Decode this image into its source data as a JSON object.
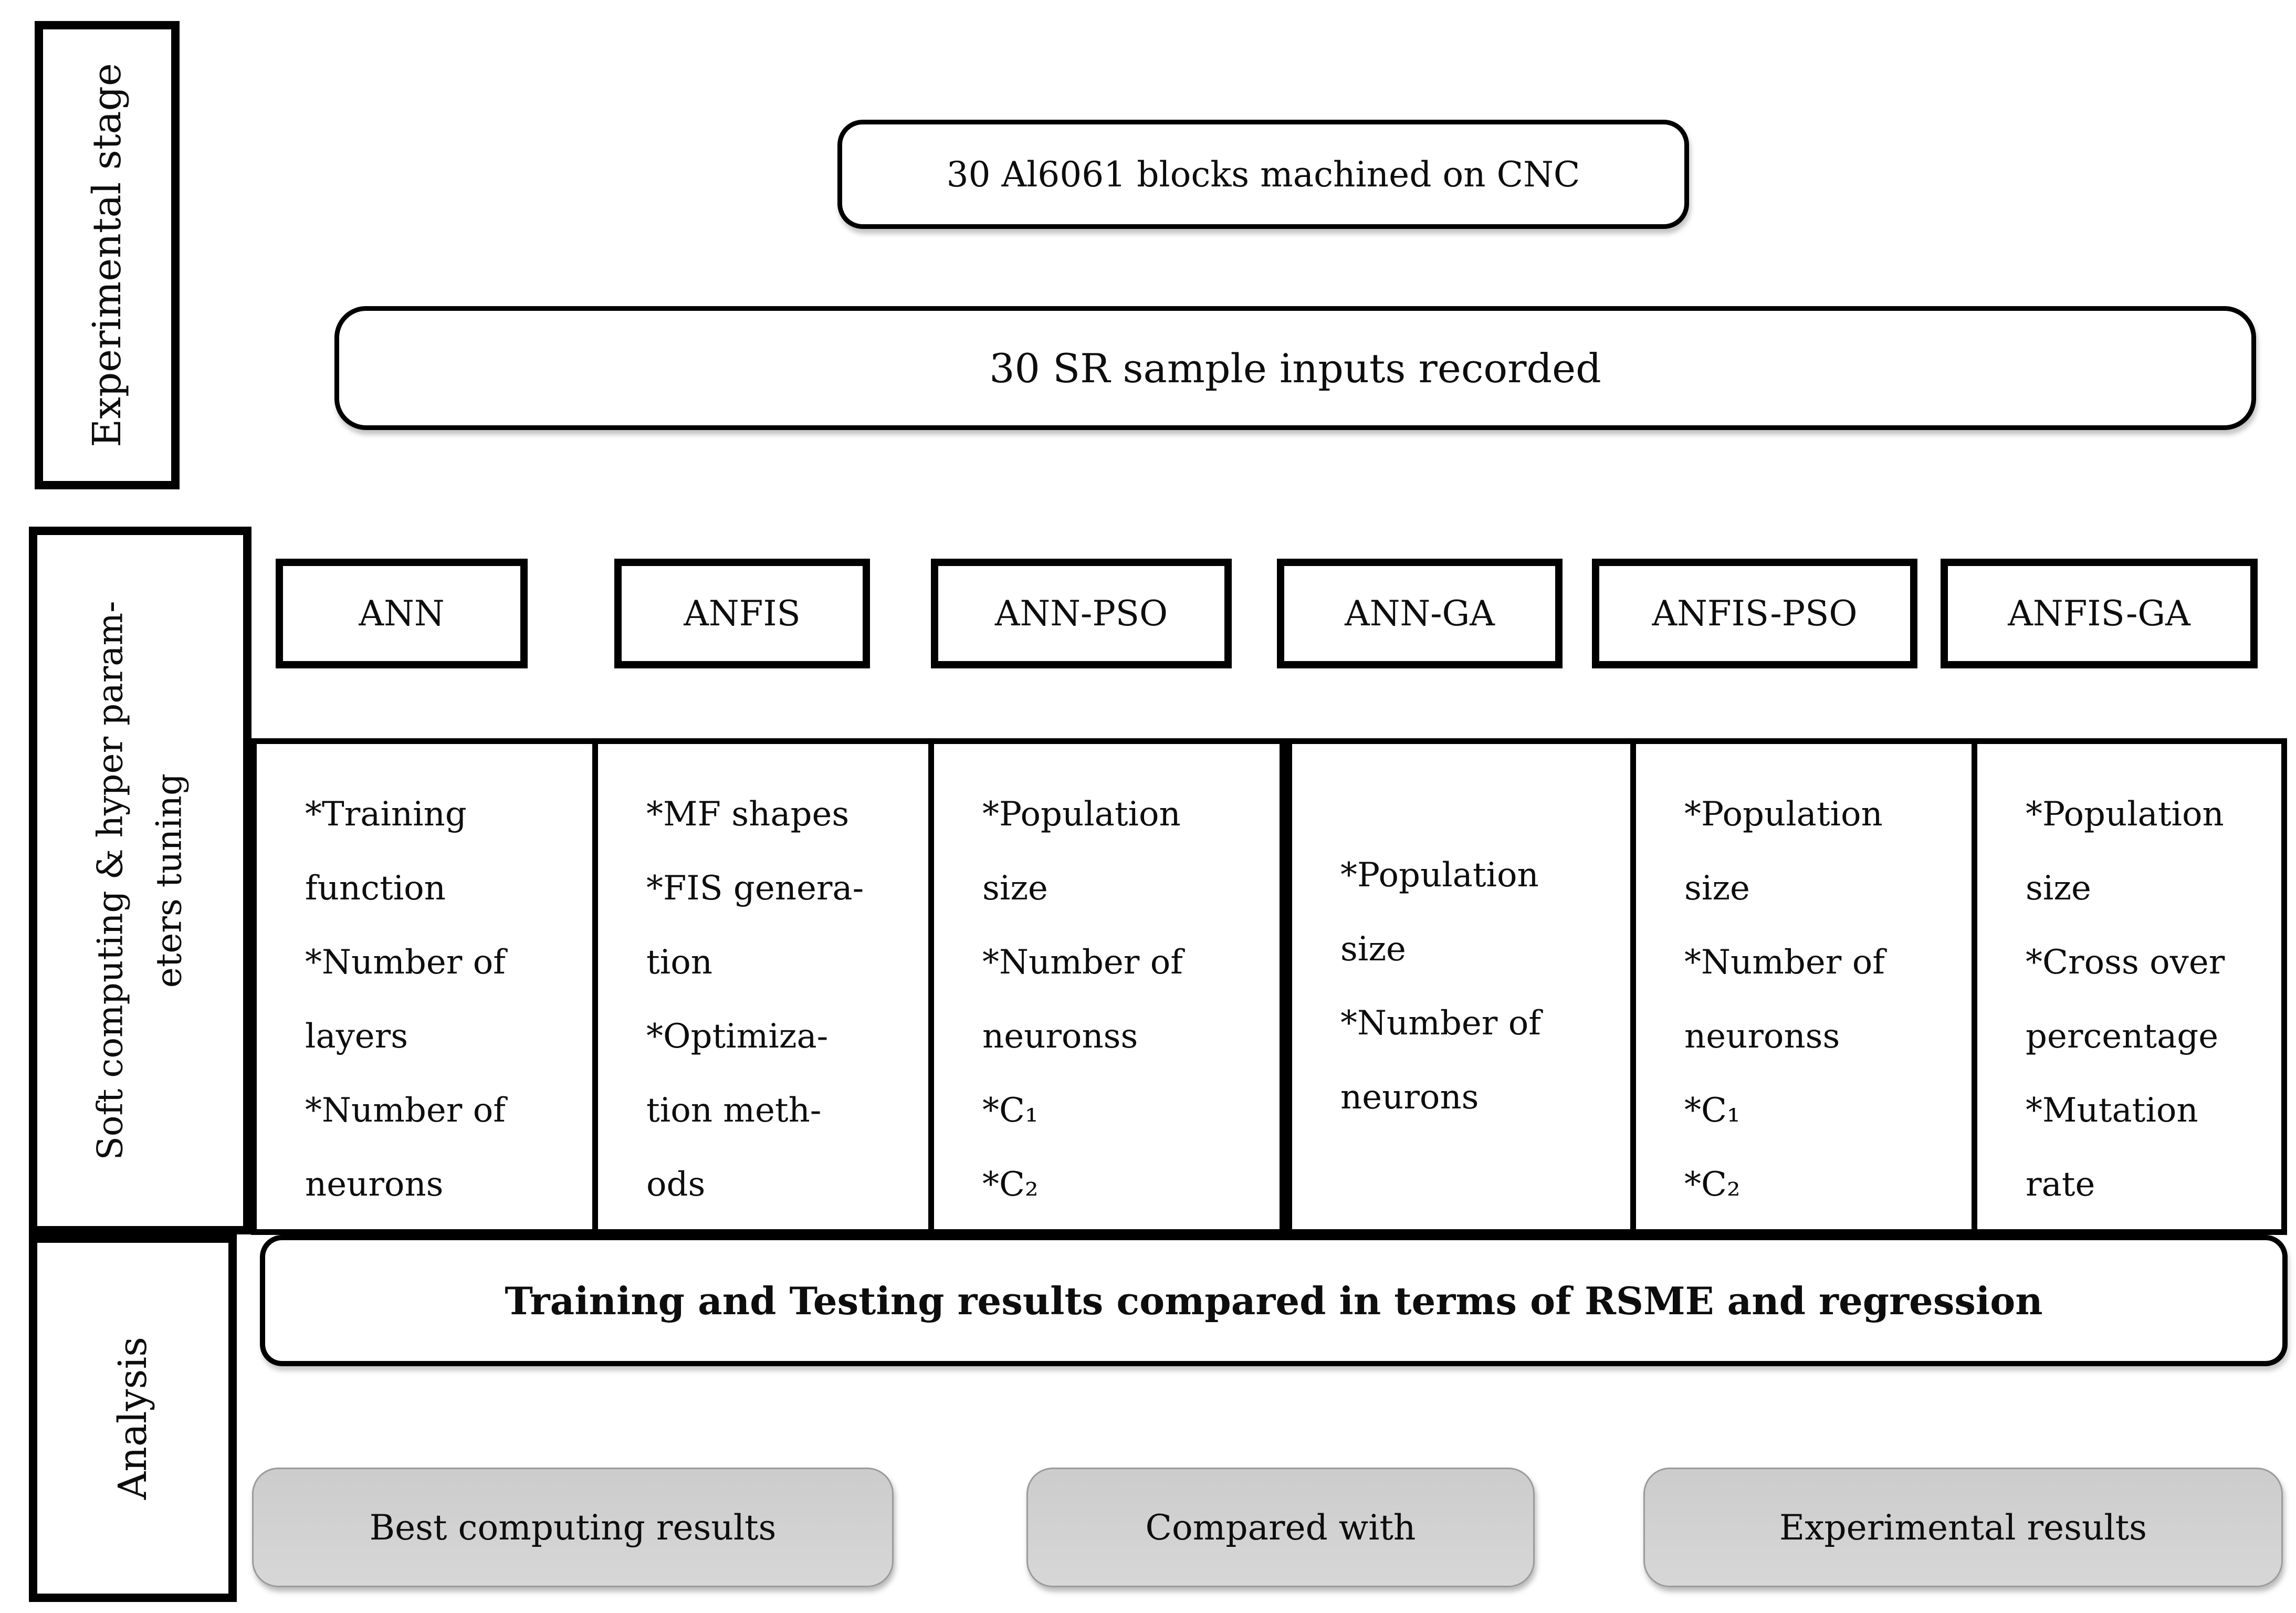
{
  "stages": {
    "experimental": {
      "label": "Experimental stage"
    },
    "soft_computing": {
      "label_line1": "Soft computing & hyper param-",
      "label_line2": "eters tuning"
    },
    "analysis": {
      "label": "Analysis"
    }
  },
  "experimental_flow": {
    "step1": "30 Al6061 blocks machined on CNC",
    "step2": "30 SR sample inputs recorded"
  },
  "methods": [
    {
      "name": "ANN",
      "params": [
        "*Training",
        "function",
        "*Number of",
        "layers",
        "*Number of",
        "neurons"
      ]
    },
    {
      "name": "ANFIS",
      "params": [
        "*MF shapes",
        "*FIS genera-",
        "tion",
        "*Optimiza-",
        "tion meth-",
        "ods"
      ]
    },
    {
      "name": "ANN-PSO",
      "params": [
        "*Population",
        "size",
        "*Number of",
        "neuronss",
        "*C₁",
        "*C₂"
      ]
    },
    {
      "name": "ANN-GA",
      "params": [
        "*Population",
        "size",
        "*Number of",
        "neurons"
      ]
    },
    {
      "name": "ANFIS-PSO",
      "params": [
        "*Population",
        "size",
        "*Number of",
        "neuronss",
        "*C₁",
        "*C₂"
      ]
    },
    {
      "name": "ANFIS-GA",
      "params": [
        "*Population",
        "size",
        "*Cross over",
        "percentage",
        "*Mutation",
        "rate"
      ]
    }
  ],
  "analysis_flow": {
    "compare_banner": "Training and Testing results compared in terms of RSME and regression",
    "result_boxes": [
      "Best computing results",
      "Compared with",
      "Experimental results"
    ]
  },
  "colors": {
    "border": "#000000",
    "background": "#ffffff",
    "gray_fill": "#d3d3d3",
    "gray_border": "#9b9b9b",
    "text": "#0d0d0d"
  }
}
